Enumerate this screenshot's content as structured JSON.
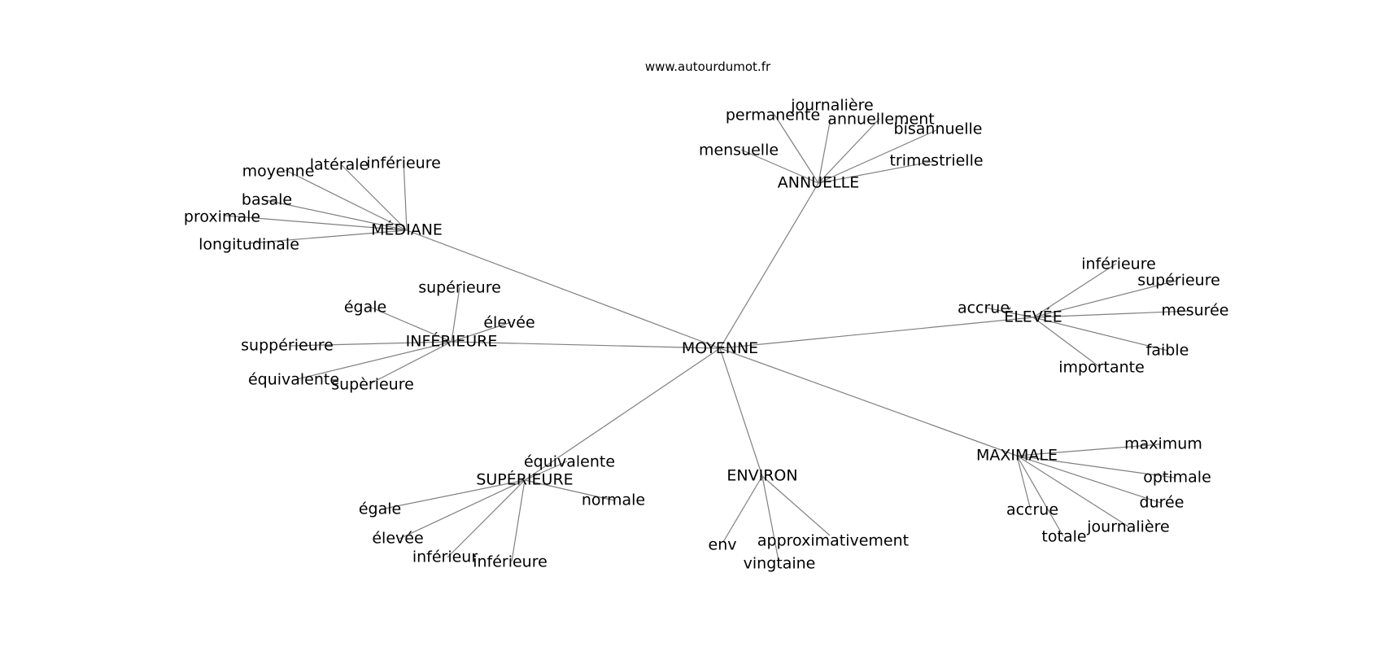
{
  "site": "www.autourdumot.fr",
  "center": "MOYENNE",
  "hubs": [
    {
      "label": "ANNUELLE",
      "leaves": [
        "permanente",
        "journalière",
        "annuellement",
        "bisannuelle",
        "mensuelle",
        "trimestrielle"
      ]
    },
    {
      "label": "MÉDIANE",
      "leaves": [
        "moyenne",
        "latérale",
        "inférieure",
        "basale",
        "proximale",
        "longitudinale"
      ]
    },
    {
      "label": "INFÉRIEURE",
      "leaves": [
        "supérieure",
        "égale",
        "élevée",
        "suppérieure",
        "équivalente",
        "supèrieure"
      ]
    },
    {
      "label": "ÉLEVÉE",
      "leaves": [
        "inférieure",
        "supérieure",
        "accrue",
        "mesurée",
        "faible",
        "importante"
      ]
    },
    {
      "label": "MAXIMALE",
      "leaves": [
        "maximum",
        "optimale",
        "durée",
        "accrue",
        "journalière",
        "totale"
      ]
    },
    {
      "label": "SUPÉRIEURE",
      "leaves": [
        "équivalente",
        "égale",
        "normale",
        "élevée",
        "inférieur",
        "inférieure"
      ]
    },
    {
      "label": "ENVIRON",
      "leaves": [
        "env",
        "approximativement",
        "vingtaine"
      ]
    }
  ]
}
